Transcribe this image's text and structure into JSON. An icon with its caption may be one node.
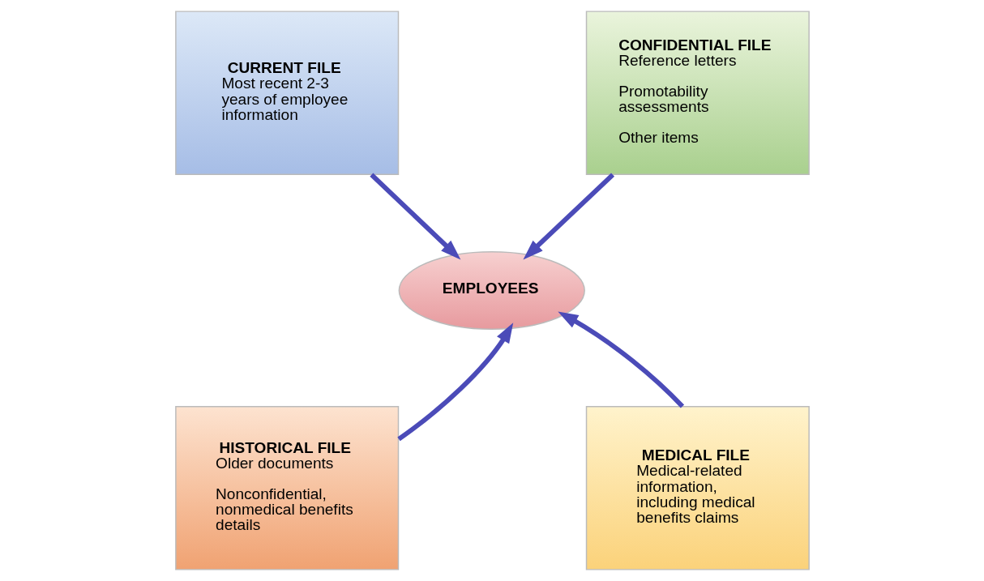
{
  "diagram": {
    "nodes": [
      {
        "text": [
          "CURRENT FILE",
          "Most recent 2-3 years of employee information"
        ]
      },
      {
        "text": [
          "CONFIDENTIAL FILE",
          "Reference letters",
          "Promotability assessments",
          "Other items"
        ]
      },
      {
        "text": [
          "EMPLOYEES"
        ]
      },
      {
        "text": [
          "HISTORICAL FILE",
          "Older documents",
          "Nonconfidential, nonmedical benefits details"
        ]
      },
      {
        "text": [
          "MEDICAL FILE",
          "Medical-related information, including medical benefits claims"
        ]
      }
    ],
    "edges": [
      {
        "from": 0,
        "to": 2,
        "arrow": "to"
      },
      {
        "from": 1,
        "to": 2,
        "arrow": "to"
      },
      {
        "from": 3,
        "to": 2,
        "arrow": "to"
      },
      {
        "from": 4,
        "to": 2,
        "arrow": "to"
      }
    ]
  }
}
